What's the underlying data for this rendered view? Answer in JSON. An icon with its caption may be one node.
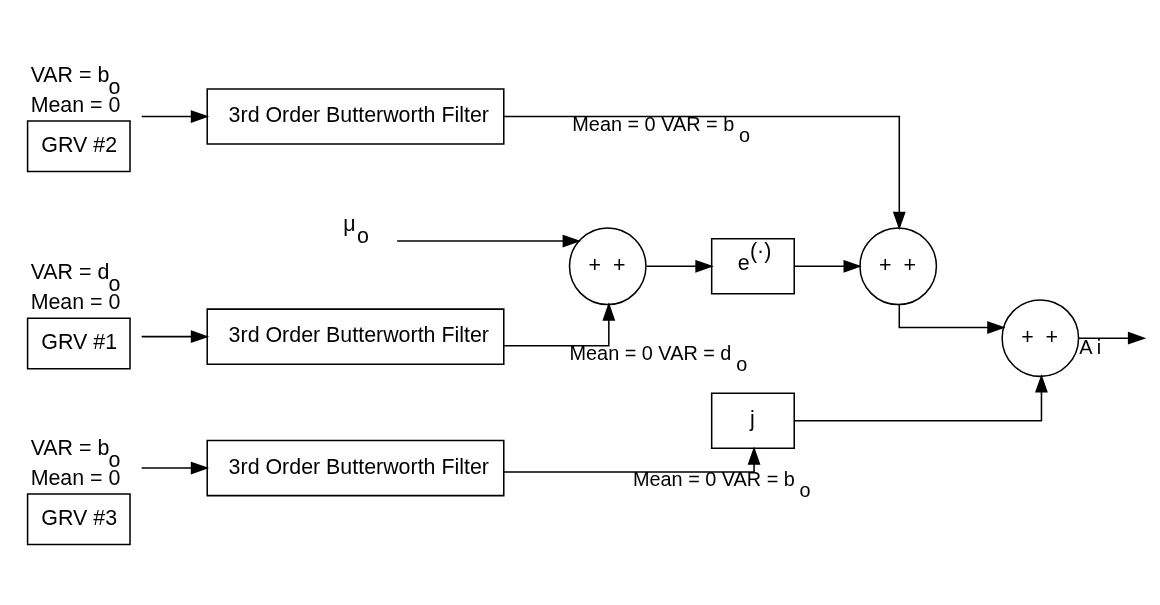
{
  "diagram": {
    "nodes": [
      {
        "text": [
          "GRV #1"
        ],
        "beside": [
          "VAR = d$_{o}$",
          "Mean = 0"
        ]
      },
      {
        "text": [
          "3rd Order Butterworth Filter"
        ]
      },
      {
        "text": [
          "+",
          "+"
        ]
      },
      {
        "text": [
          "e$^{(·)}$"
        ]
      },
      {
        "text": [
          "μ$_{o}$"
        ]
      },
      {
        "text": [
          "GRV #2"
        ],
        "beside": [
          "VAR = b$_{o}$",
          "Mean = 0"
        ]
      },
      {
        "text": [
          "3rd Order Butterworth Filter"
        ]
      },
      {
        "text": [
          "+",
          "+"
        ]
      },
      {
        "text": [
          "GRV #3"
        ],
        "beside": [
          "VAR = b$_{o}$",
          "Mean = 0"
        ]
      },
      {
        "text": [
          "3rd Order Butterworth Filter"
        ]
      },
      {
        "text": [
          "j"
        ]
      },
      {
        "text": [
          "+",
          "+"
        ]
      }
    ],
    "edges": [
      {
        "from": 0,
        "to": 1,
        "arrow": "to"
      },
      {
        "from": 1,
        "to": 2,
        "arrow": "to",
        "label": "Mean = 0 VAR = d$_{o}$"
      },
      {
        "from": 4,
        "to": 2,
        "arrow": "to"
      },
      {
        "from": 2,
        "to": 3,
        "arrow": "to"
      },
      {
        "from": 3,
        "to": 7,
        "arrow": "to"
      },
      {
        "from": 5,
        "to": 6,
        "arrow": "to"
      },
      {
        "from": 6,
        "to": 7,
        "arrow": "to",
        "label": "Mean = 0 VAR = b$_{o}$"
      },
      {
        "from": 7,
        "to": 11,
        "arrow": "to"
      },
      {
        "from": 8,
        "to": 9,
        "arrow": "to"
      },
      {
        "from": 9,
        "to": 10,
        "arrow": "to",
        "label": "Mean = 0 VAR = b$_{o}$"
      },
      {
        "from": 10,
        "to": 11,
        "arrow": "to"
      },
      {
        "from": 11,
        "to": null,
        "arrow": "to",
        "label": "A i"
      }
    ]
  }
}
